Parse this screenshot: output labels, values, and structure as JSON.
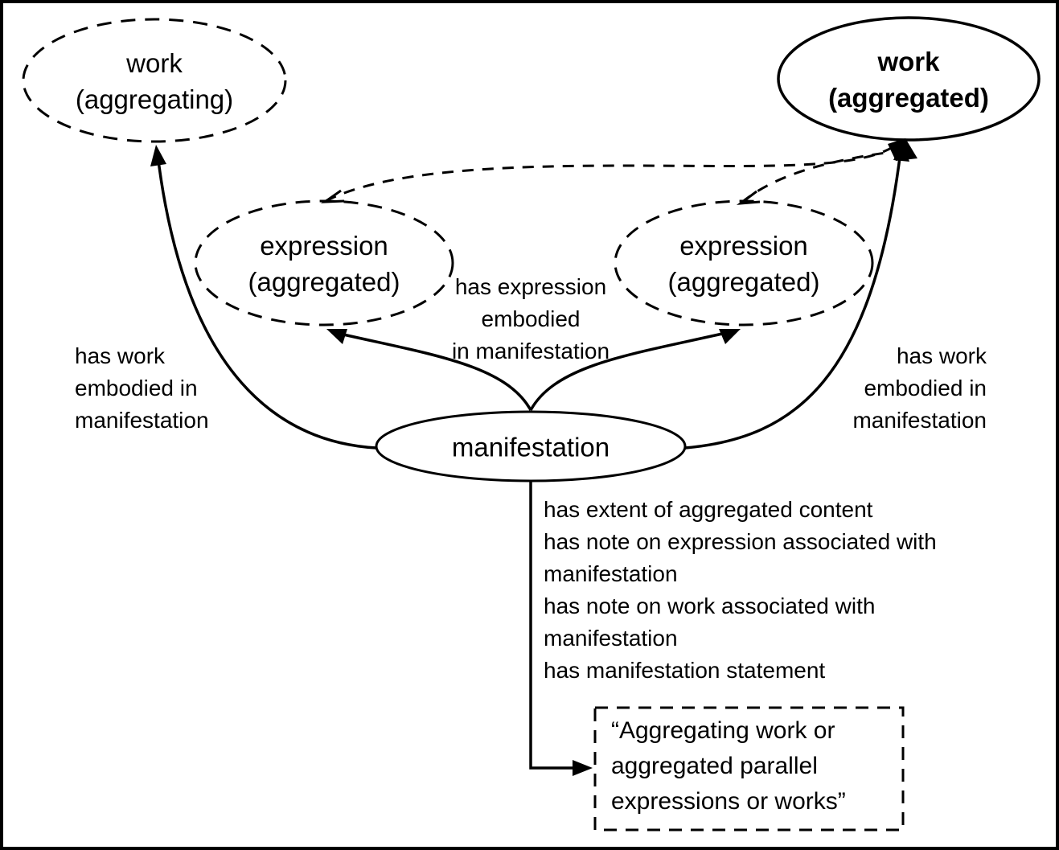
{
  "diagram": {
    "nodes": {
      "work_aggregating": "work\n(aggregating)",
      "work_aggregated": "work\n(aggregated)",
      "expression_left": "expression\n(aggregated)",
      "expression_right": "expression\n(aggregated)",
      "manifestation": "manifestation"
    },
    "relationships": {
      "left": "has work\nembodied in\nmanifestation",
      "center": "has expression\nembodied\nin manifestation",
      "right": "has work\nembodied in\nmanifestation"
    },
    "manifestation_properties": [
      "has extent of aggregated content",
      "has note on expression associated with manifestation",
      "has note on work associated with manifestation",
      "has manifestation statement"
    ],
    "note_box": "“Aggregating work or\naggregated parallel\nexpressions or works”",
    "colors": {
      "ink": "#000000",
      "background": "#ffffff"
    }
  }
}
